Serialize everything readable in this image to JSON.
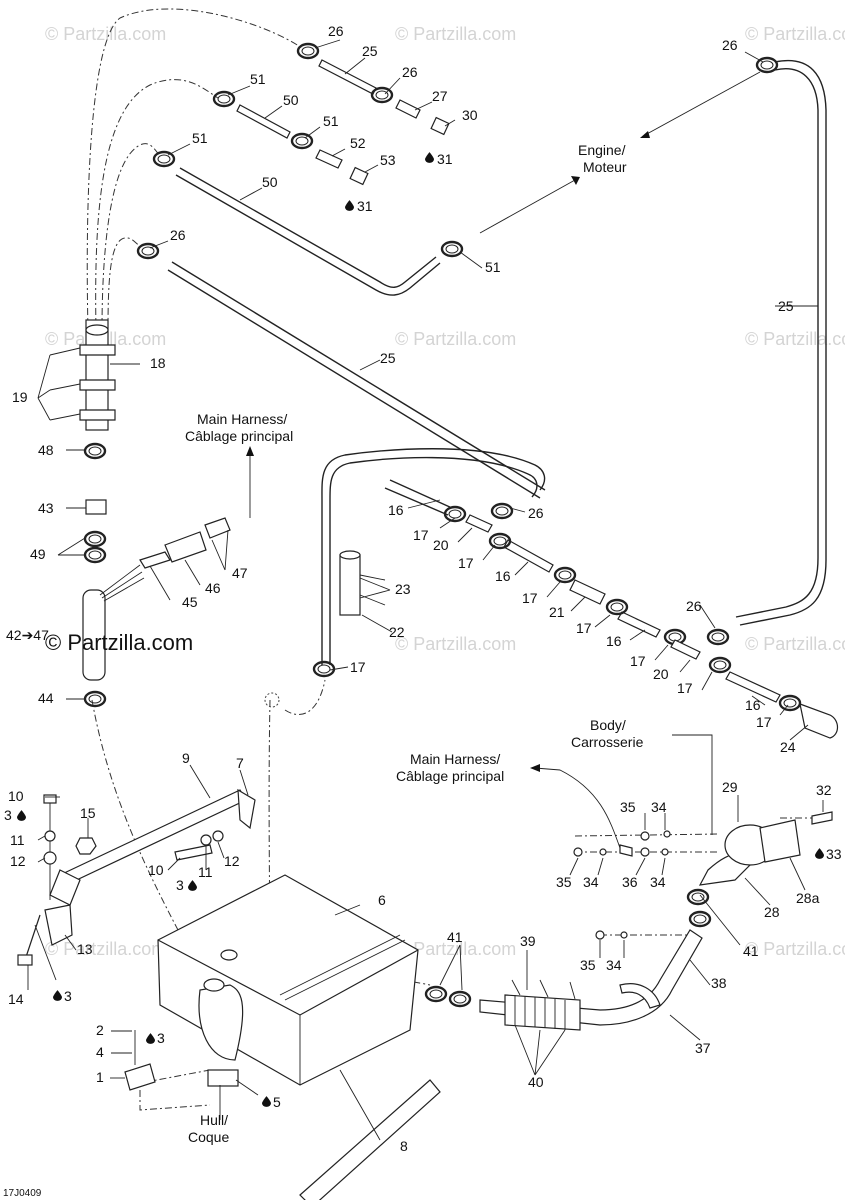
{
  "watermark": "© Partzilla.com",
  "watermark_main": "© Partzilla.com",
  "figure_code": "17J0409",
  "labels": {
    "engine": [
      "Engine/",
      "Moteur"
    ],
    "main_harness_1": [
      "Main Harness/",
      "Câblage principal"
    ],
    "main_harness_2": [
      "Main Harness/",
      "Câblage principal"
    ],
    "body": [
      "Body/",
      "Carrosserie"
    ],
    "hull": [
      "Hull/",
      "Coque"
    ],
    "range_42_47": "42➔47"
  },
  "callouts": [
    {
      "id": "c26a",
      "text": "26"
    },
    {
      "id": "c25a",
      "text": "25"
    },
    {
      "id": "c26b",
      "text": "26"
    },
    {
      "id": "c27",
      "text": "27"
    },
    {
      "id": "c30",
      "text": "30"
    },
    {
      "id": "c31a",
      "text": "31"
    },
    {
      "id": "c51a",
      "text": "51"
    },
    {
      "id": "c50a",
      "text": "50"
    },
    {
      "id": "c51b",
      "text": "51"
    },
    {
      "id": "c52",
      "text": "52"
    },
    {
      "id": "c53",
      "text": "53"
    },
    {
      "id": "c31b",
      "text": "31"
    },
    {
      "id": "c51c",
      "text": "51"
    },
    {
      "id": "c50b",
      "text": "50"
    },
    {
      "id": "c26c",
      "text": "26"
    },
    {
      "id": "c51d",
      "text": "51"
    },
    {
      "id": "c26d",
      "text": "26"
    },
    {
      "id": "c25b",
      "text": "25"
    },
    {
      "id": "c18",
      "text": "18"
    },
    {
      "id": "c19",
      "text": "19"
    },
    {
      "id": "c25c",
      "text": "25"
    },
    {
      "id": "c48",
      "text": "48"
    },
    {
      "id": "c43",
      "text": "43"
    },
    {
      "id": "c49",
      "text": "49"
    },
    {
      "id": "c47",
      "text": "47"
    },
    {
      "id": "c46",
      "text": "46"
    },
    {
      "id": "c45",
      "text": "45"
    },
    {
      "id": "c44",
      "text": "44"
    },
    {
      "id": "c16a",
      "text": "16"
    },
    {
      "id": "c17a",
      "text": "17"
    },
    {
      "id": "c20a",
      "text": "20"
    },
    {
      "id": "c26e",
      "text": "26"
    },
    {
      "id": "c17b",
      "text": "17"
    },
    {
      "id": "c16b",
      "text": "16"
    },
    {
      "id": "c23",
      "text": "23"
    },
    {
      "id": "c17c",
      "text": "17"
    },
    {
      "id": "c21",
      "text": "21"
    },
    {
      "id": "c17d",
      "text": "17"
    },
    {
      "id": "c22",
      "text": "22"
    },
    {
      "id": "c16c",
      "text": "16"
    },
    {
      "id": "c26f",
      "text": "26"
    },
    {
      "id": "c17e",
      "text": "17"
    },
    {
      "id": "c20b",
      "text": "20"
    },
    {
      "id": "c17f",
      "text": "17"
    },
    {
      "id": "c17g",
      "text": "17"
    },
    {
      "id": "c16d",
      "text": "16"
    },
    {
      "id": "c17h",
      "text": "17"
    },
    {
      "id": "c24",
      "text": "24"
    },
    {
      "id": "c9",
      "text": "9"
    },
    {
      "id": "c7",
      "text": "7"
    },
    {
      "id": "c10a",
      "text": "10"
    },
    {
      "id": "c3a",
      "text": "3"
    },
    {
      "id": "c15",
      "text": "15"
    },
    {
      "id": "c11a",
      "text": "11"
    },
    {
      "id": "c12a",
      "text": "12"
    },
    {
      "id": "c10b",
      "text": "10"
    },
    {
      "id": "c11b",
      "text": "11"
    },
    {
      "id": "c12b",
      "text": "12"
    },
    {
      "id": "c3b",
      "text": "3"
    },
    {
      "id": "c6",
      "text": "6"
    },
    {
      "id": "c13",
      "text": "13"
    },
    {
      "id": "c14",
      "text": "14"
    },
    {
      "id": "c3c",
      "text": "3"
    },
    {
      "id": "c2",
      "text": "2"
    },
    {
      "id": "c3d",
      "text": "3"
    },
    {
      "id": "c4",
      "text": "4"
    },
    {
      "id": "c1",
      "text": "1"
    },
    {
      "id": "c5",
      "text": "5"
    },
    {
      "id": "c8",
      "text": "8"
    },
    {
      "id": "c29",
      "text": "29"
    },
    {
      "id": "c32",
      "text": "32"
    },
    {
      "id": "c33",
      "text": "33"
    },
    {
      "id": "c35a",
      "text": "35"
    },
    {
      "id": "c34a",
      "text": "34"
    },
    {
      "id": "c35b",
      "text": "35"
    },
    {
      "id": "c34b",
      "text": "34"
    },
    {
      "id": "c36",
      "text": "36"
    },
    {
      "id": "c34c",
      "text": "34"
    },
    {
      "id": "c28a",
      "text": "28a"
    },
    {
      "id": "c28",
      "text": "28"
    },
    {
      "id": "c41a",
      "text": "41"
    },
    {
      "id": "c39",
      "text": "39"
    },
    {
      "id": "c41b",
      "text": "41"
    },
    {
      "id": "c35c",
      "text": "35"
    },
    {
      "id": "c34d",
      "text": "34"
    },
    {
      "id": "c38",
      "text": "38"
    },
    {
      "id": "c37",
      "text": "37"
    },
    {
      "id": "c40",
      "text": "40"
    }
  ]
}
